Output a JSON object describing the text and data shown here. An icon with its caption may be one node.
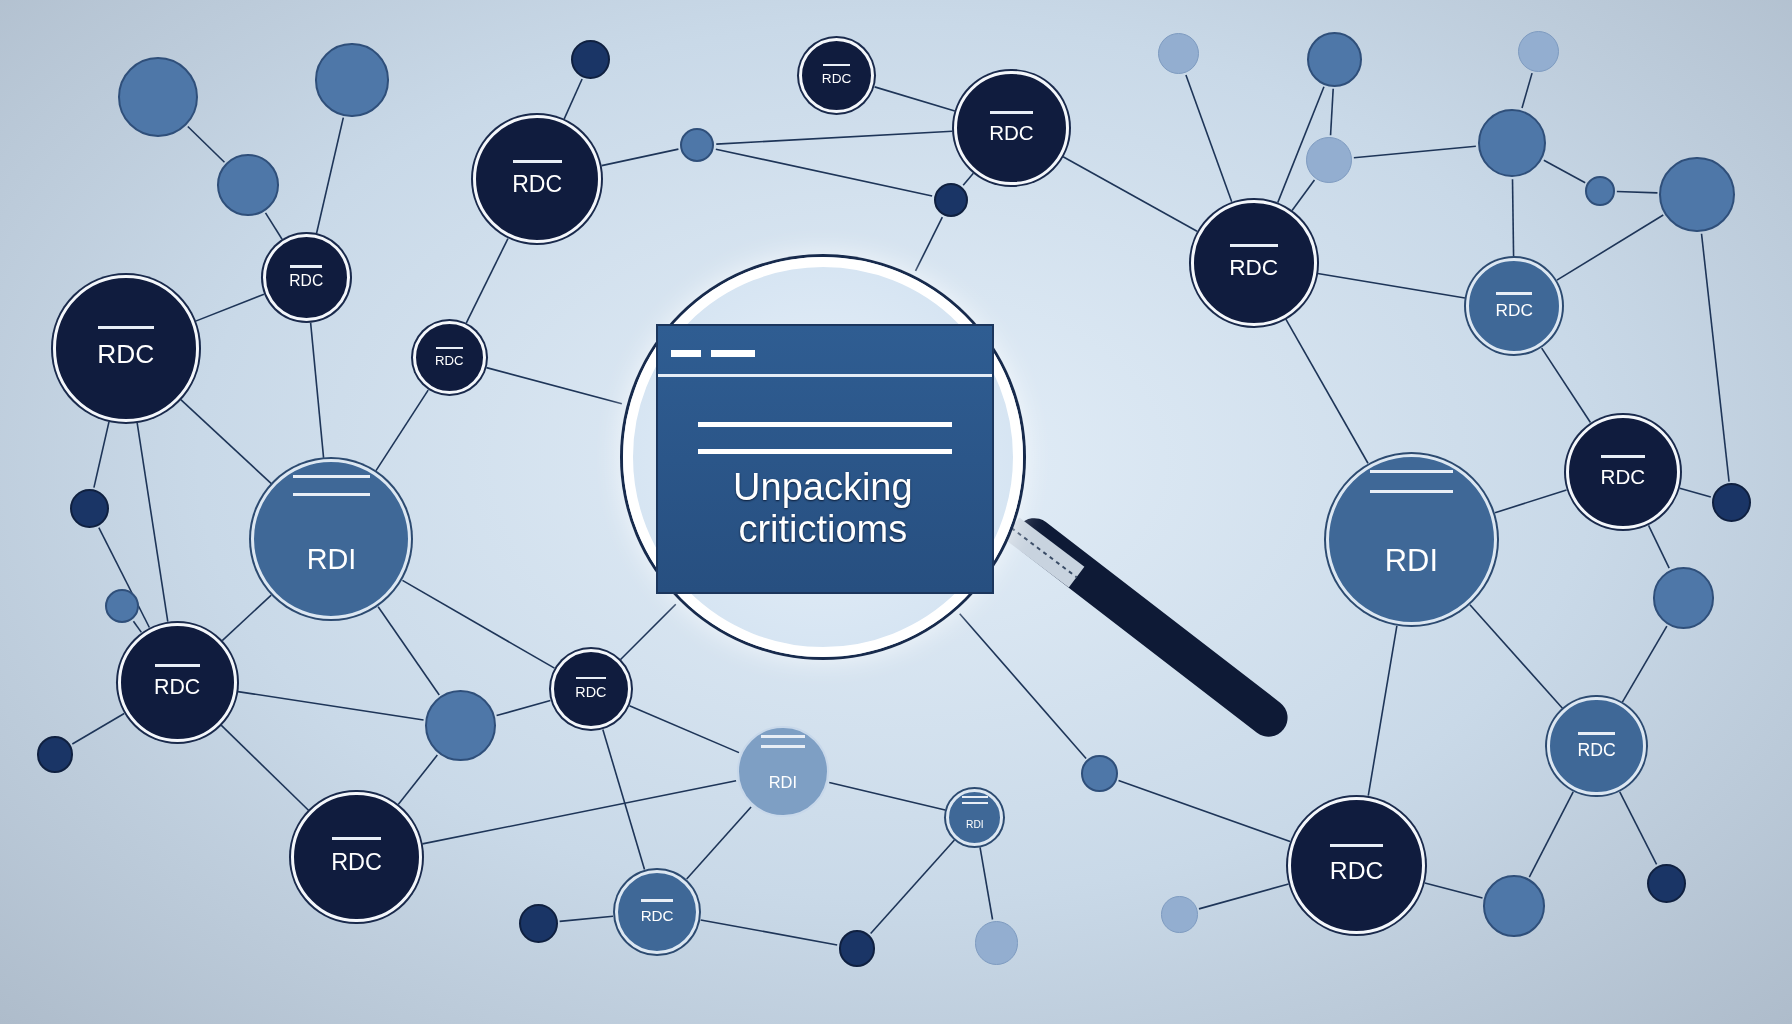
{
  "diagram": {
    "nodes": [
      {
        "text": [
          "RDC"
        ]
      },
      {
        "text": [
          "RDC"
        ]
      },
      {
        "text": [
          "RDC"
        ]
      },
      {
        "text": [
          "RDC"
        ]
      },
      {
        "text": [
          "RDC"
        ]
      },
      {
        "text": [
          "RDC"
        ]
      },
      {
        "text": [
          "RDC"
        ]
      },
      {
        "text": [
          "RDC"
        ]
      },
      {
        "text": [
          "RDI"
        ]
      },
      {
        "text": [
          "Unpacking critictioms"
        ]
      },
      {
        "text": [
          "RDI"
        ]
      },
      {
        "text": [
          "RDC"
        ]
      },
      {
        "text": [
          "RDC"
        ]
      },
      {
        "text": [
          "RDC"
        ]
      },
      {
        "text": [
          "RDI"
        ]
      },
      {
        "text": [
          "RDI"
        ]
      },
      {
        "text": [
          "RDC"
        ]
      },
      {
        "text": [
          "RDC"
        ]
      },
      {
        "text": [
          "RDC"
        ]
      },
      {
        "text": [
          "RDC"
        ]
      },
      {
        "text": [],
        "shape": "circle"
      },
      {
        "text": [],
        "shape": "circle"
      },
      {
        "text": [],
        "shape": "circle"
      },
      {
        "text": [],
        "shape": "circle"
      },
      {
        "text": [],
        "shape": "circle"
      },
      {
        "text": [],
        "shape": "circle"
      },
      {
        "text": [],
        "shape": "circle"
      },
      {
        "text": [],
        "shape": "circle"
      },
      {
        "text": [],
        "shape": "circle"
      },
      {
        "text": [],
        "shape": "circle"
      },
      {
        "text": [],
        "shape": "circle"
      },
      {
        "text": [],
        "shape": "circle"
      },
      {
        "text": [],
        "shape": "circle"
      },
      {
        "text": [],
        "shape": "circle"
      },
      {
        "text": [],
        "shape": "circle"
      },
      {
        "text": [],
        "shape": "circle"
      },
      {
        "text": [],
        "shape": "circle"
      },
      {
        "text": [],
        "shape": "circle"
      },
      {
        "text": [],
        "shape": "circle"
      },
      {
        "text": [],
        "shape": "circle"
      },
      {
        "text": [],
        "shape": "circle"
      },
      {
        "text": [],
        "shape": "circle"
      },
      {
        "text": [],
        "shape": "circle"
      },
      {
        "text": [],
        "shape": "circle"
      },
      {
        "text": [],
        "shape": "circle"
      },
      {
        "text": [],
        "shape": "circle"
      }
    ],
    "edges": [
      {
        "from": 20,
        "to": 23,
        "arrow": "none"
      },
      {
        "from": 23,
        "to": 3,
        "arrow": "none"
      },
      {
        "from": 21,
        "to": 3,
        "arrow": "none"
      },
      {
        "from": 3,
        "to": 4,
        "arrow": "none"
      },
      {
        "from": 4,
        "to": 33,
        "arrow": "none"
      },
      {
        "from": 4,
        "to": 12,
        "arrow": "none"
      },
      {
        "from": 4,
        "to": 8,
        "arrow": "none"
      },
      {
        "from": 3,
        "to": 8,
        "arrow": "none"
      },
      {
        "from": 5,
        "to": 8,
        "arrow": "none"
      },
      {
        "from": 0,
        "to": 5,
        "arrow": "none"
      },
      {
        "from": 0,
        "to": 22,
        "arrow": "none"
      },
      {
        "from": 0,
        "to": 24,
        "arrow": "none"
      },
      {
        "from": 24,
        "to": 2,
        "arrow": "none"
      },
      {
        "from": 24,
        "to": 25,
        "arrow": "none"
      },
      {
        "from": 1,
        "to": 2,
        "arrow": "none"
      },
      {
        "from": 2,
        "to": 25,
        "arrow": "none"
      },
      {
        "from": 2,
        "to": 6,
        "arrow": "none"
      },
      {
        "from": 6,
        "to": 29,
        "arrow": "none"
      },
      {
        "from": 6,
        "to": 7,
        "arrow": "none"
      },
      {
        "from": 6,
        "to": 27,
        "arrow": "none"
      },
      {
        "from": 27,
        "to": 29,
        "arrow": "none"
      },
      {
        "from": 29,
        "to": 30,
        "arrow": "none"
      },
      {
        "from": 30,
        "to": 31,
        "arrow": "none"
      },
      {
        "from": 31,
        "to": 32,
        "arrow": "none"
      },
      {
        "from": 30,
        "to": 7,
        "arrow": "none"
      },
      {
        "from": 7,
        "to": 11,
        "arrow": "none"
      },
      {
        "from": 7,
        "to": 32,
        "arrow": "none"
      },
      {
        "from": 32,
        "to": 38,
        "arrow": "none"
      },
      {
        "from": 11,
        "to": 38,
        "arrow": "none"
      },
      {
        "from": 11,
        "to": 10,
        "arrow": "none"
      },
      {
        "from": 10,
        "to": 6,
        "arrow": "none"
      },
      {
        "from": 10,
        "to": 19,
        "arrow": "none"
      },
      {
        "from": 11,
        "to": 37,
        "arrow": "none"
      },
      {
        "from": 37,
        "to": 16,
        "arrow": "none"
      },
      {
        "from": 16,
        "to": 44,
        "arrow": "none"
      },
      {
        "from": 16,
        "to": 45,
        "arrow": "none"
      },
      {
        "from": 16,
        "to": 10,
        "arrow": "none"
      },
      {
        "from": 19,
        "to": 44,
        "arrow": "none"
      },
      {
        "from": 19,
        "to": 43,
        "arrow": "none"
      },
      {
        "from": 19,
        "to": 39,
        "arrow": "none"
      },
      {
        "from": 8,
        "to": 12,
        "arrow": "none"
      },
      {
        "from": 8,
        "to": 13,
        "arrow": "none"
      },
      {
        "from": 8,
        "to": 36,
        "arrow": "none"
      },
      {
        "from": 12,
        "to": 36,
        "arrow": "none"
      },
      {
        "from": 12,
        "to": 17,
        "arrow": "none"
      },
      {
        "from": 12,
        "to": 35,
        "arrow": "none"
      },
      {
        "from": 34,
        "to": 12,
        "arrow": "none"
      },
      {
        "from": 33,
        "to": 12,
        "arrow": "none"
      },
      {
        "from": 17,
        "to": 36,
        "arrow": "none"
      },
      {
        "from": 17,
        "to": 14,
        "arrow": "none"
      },
      {
        "from": 36,
        "to": 13,
        "arrow": "none"
      },
      {
        "from": 13,
        "to": 14,
        "arrow": "none"
      },
      {
        "from": 13,
        "to": 18,
        "arrow": "none"
      },
      {
        "from": 14,
        "to": 15,
        "arrow": "none"
      },
      {
        "from": 14,
        "to": 18,
        "arrow": "none"
      },
      {
        "from": 15,
        "to": 41,
        "arrow": "none"
      },
      {
        "from": 15,
        "to": 42,
        "arrow": "none"
      },
      {
        "from": 18,
        "to": 40,
        "arrow": "none"
      },
      {
        "from": 18,
        "to": 41,
        "arrow": "none"
      },
      {
        "from": 5,
        "to": 9,
        "arrow": "none"
      },
      {
        "from": 25,
        "to": 9,
        "arrow": "none"
      },
      {
        "from": 39,
        "to": 9,
        "arrow": "none"
      },
      {
        "from": 13,
        "to": 9,
        "arrow": "none"
      },
      {
        "from": 26,
        "to": 6,
        "arrow": "none"
      },
      {
        "from": 28,
        "to": 30,
        "arrow": "none"
      }
    ]
  }
}
